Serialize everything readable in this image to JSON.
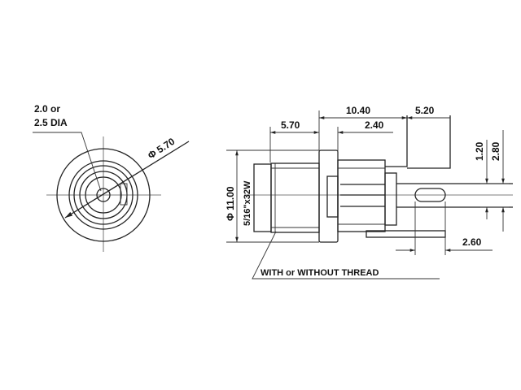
{
  "front_view": {
    "hole_label_line1": "2.0 or",
    "hole_label_line2": "2.5 DIA",
    "diameter_label": "Φ 5.70"
  },
  "side_view": {
    "dim_overall": "10.40",
    "dim_lug": "5.20",
    "dim_thread_length": "5.70",
    "dim_body": "2.40",
    "dim_pin_1": "1.20",
    "dim_pin_2": "2.80",
    "dim_diameter": "Φ 11.00",
    "thread_spec": "5/16\"x32W",
    "dim_slot": "2.60",
    "thread_note": "WITH or WITHOUT THREAD"
  }
}
